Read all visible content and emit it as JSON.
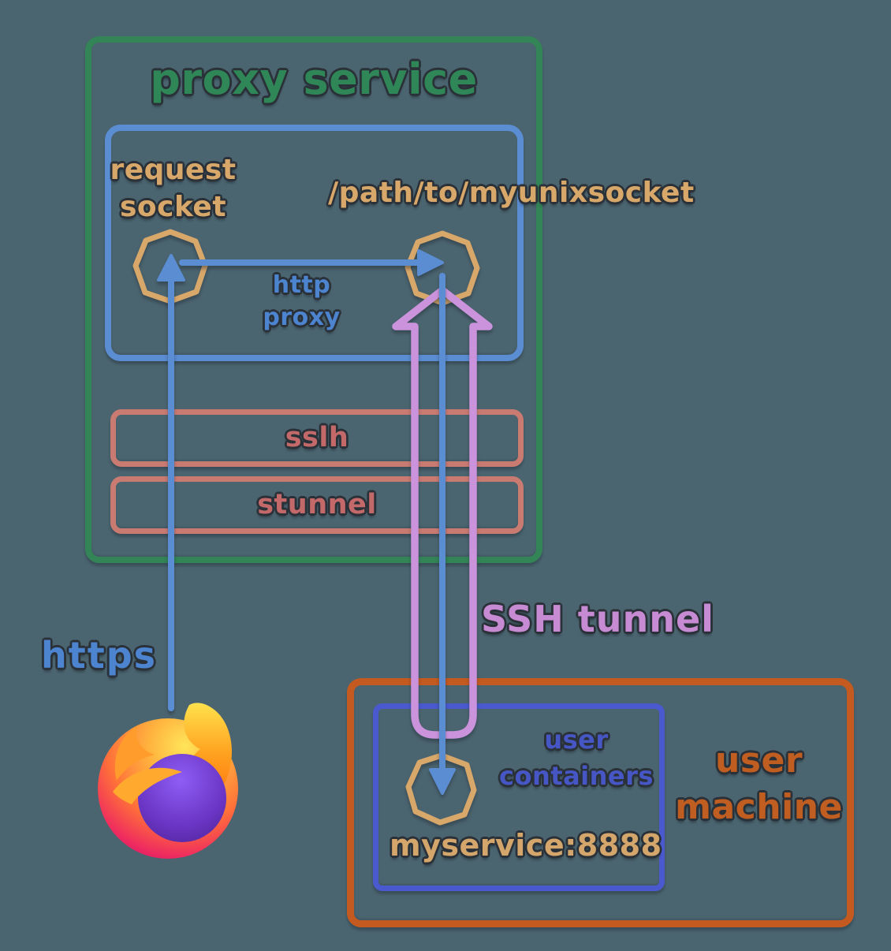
{
  "background_color": "#4b6570",
  "diagram": {
    "proxy_service": {
      "title": "proxy service",
      "http_proxy_box": {
        "request_socket_label": "request socket",
        "unix_socket_path": "/path/to/myunixsocket",
        "arrow_label": "http proxy"
      },
      "layers": [
        {
          "label": "sslh"
        },
        {
          "label": "stunnel"
        }
      ]
    },
    "browser": {
      "icon": "firefox-logo-icon",
      "protocol_label": "https"
    },
    "ssh_tunnel_label": "SSH tunnel",
    "user_machine": {
      "title": "user machine",
      "user_containers": {
        "title": "user containers",
        "service_label": "myservice:8888"
      }
    },
    "colors": {
      "background": "#4b6570",
      "proxy_box_green": "#338457",
      "http_box_blue": "#5b8dd3",
      "layer_salmon": "#c97b72",
      "ssh_tunnel_purple": "#cb93dc",
      "machine_orange": "#c45a20",
      "containers_indigo": "#4a5ace",
      "socket_tan": "#d8a76a",
      "text_outline_dark": "#2a3138"
    }
  }
}
